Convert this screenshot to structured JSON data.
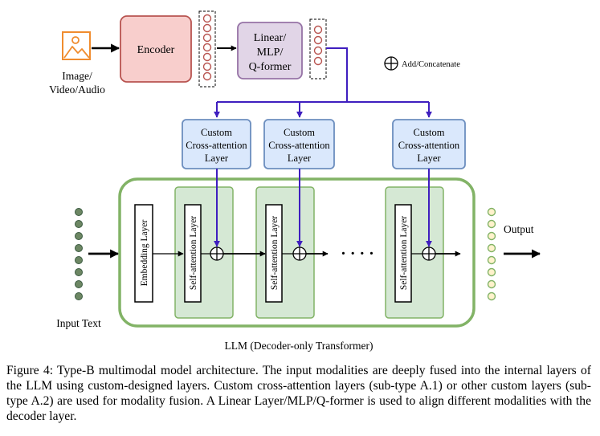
{
  "colors": {
    "encoder_fill": "#f8cecc",
    "encoder_stroke": "#b85450",
    "projector_fill": "#e1d5e7",
    "projector_stroke": "#9673a6",
    "xattn_fill": "#dae8fc",
    "xattn_stroke": "#6c8ebf",
    "llm_stroke": "#82b366",
    "layer_fill": "#d5e8d4",
    "token_fill": "#6d8764",
    "modality_token_stroke": "#b85450",
    "output_token_fill": "#fff2cc",
    "output_token_stroke": "#82b366",
    "fusion_arrow": "#3f1ebf",
    "image_icon": "#f08c2e"
  },
  "icons": {
    "modality": "image-icon",
    "legend": "circle-plus-icon"
  },
  "diagram": {
    "input_modality_line1": "Image/",
    "input_modality_line2": "Video/Audio",
    "encoder_label": "Encoder",
    "projector_line1": "Linear/",
    "projector_line2": "MLP/",
    "projector_line3": "Q-former",
    "legend_label": "Add/Concatenate",
    "cross_attention_line1": "Custom",
    "cross_attention_line2": "Cross-attention",
    "cross_attention_line3": "Layer",
    "embedding_layer_label": "Embedding Layer",
    "self_attention_label": "Self-attention Layer",
    "ellipsis": "· · · ·",
    "input_text_label": "Input Text",
    "output_label": "Output",
    "llm_label": "LLM (Decoder-only Transformer)"
  },
  "caption": "Figure 4: Type-B multimodal model architecture. The input modalities are deeply fused into the internal layers of the LLM using custom-designed layers. Custom cross-attention layers (sub-type A.1) or other custom layers (sub-type A.2) are used for modality fusion. A Linear Layer/MLP/Q-former is used to align different modalities with the decoder layer."
}
